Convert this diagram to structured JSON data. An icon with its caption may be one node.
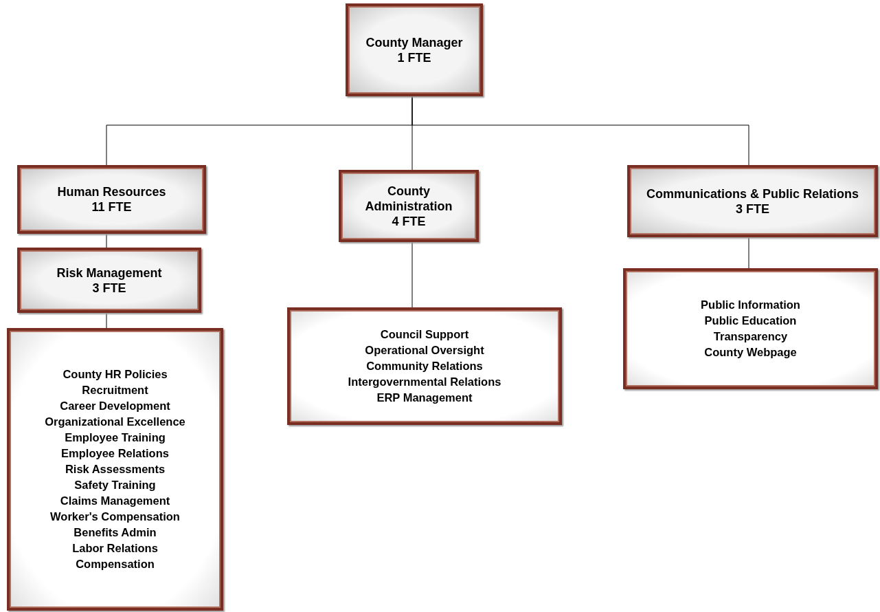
{
  "diagram": {
    "nodes": [
      {
        "text": [
          "County Manager",
          "1 FTE"
        ]
      },
      {
        "text": [
          "Human Resources",
          "11 FTE"
        ]
      },
      {
        "text": [
          "County Administration",
          "4 FTE"
        ]
      },
      {
        "text": [
          "Communications & Public Relations",
          "3 FTE"
        ]
      },
      {
        "text": [
          "Risk Management",
          "3 FTE"
        ]
      },
      {
        "text": [
          "County HR Policies",
          "Recruitment",
          "Career Development",
          "Organizational Excellence",
          "Employee Training",
          "Employee Relations",
          "Risk Assessments",
          "Safety Training",
          "Claims Management",
          "Worker's Compensation",
          "Benefits Admin",
          "Labor Relations",
          "Compensation"
        ]
      },
      {
        "text": [
          "Council Support",
          "Operational Oversight",
          "Community Relations",
          "Intergovernmental Relations",
          "ERP Management"
        ]
      },
      {
        "text": [
          "Public Information",
          "Public Education",
          "Transparency",
          "County Webpage"
        ]
      }
    ],
    "edges": [
      {
        "from": 0,
        "to": 1,
        "arrow": "none"
      },
      {
        "from": 0,
        "to": 2,
        "arrow": "none"
      },
      {
        "from": 0,
        "to": 3,
        "arrow": "none"
      },
      {
        "from": 1,
        "to": 4,
        "arrow": "none"
      },
      {
        "from": 4,
        "to": 5,
        "arrow": "none"
      },
      {
        "from": 2,
        "to": 6,
        "arrow": "none"
      },
      {
        "from": 3,
        "to": 7,
        "arrow": "none"
      }
    ]
  }
}
